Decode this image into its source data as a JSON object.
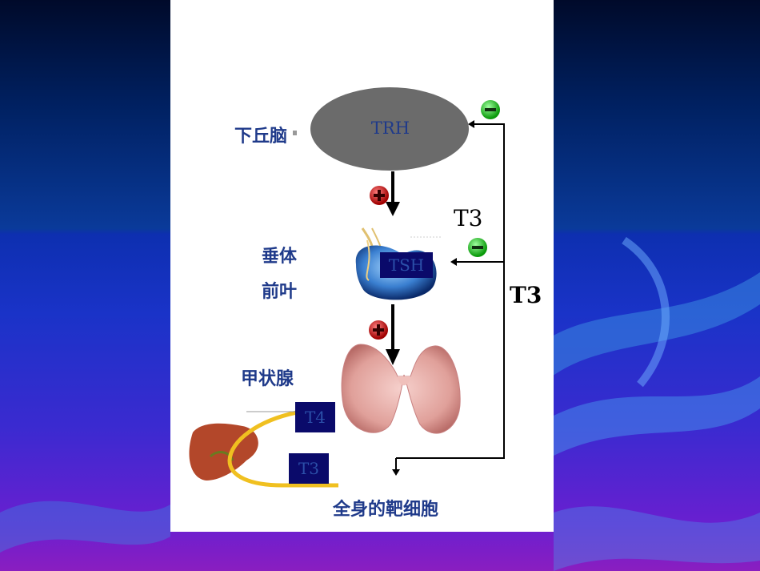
{
  "labels": {
    "hypothalamus": "下丘脑",
    "pituitary_line1": "垂体",
    "pituitary_line2": "前叶",
    "thyroid": "甲状腺",
    "target": "全身的靶细胞"
  },
  "hormones": {
    "trh": "TRH",
    "tsh": "TSH",
    "t4": "T4",
    "t3_box": "T3",
    "t3_upper": "T3",
    "t3_right": "T3"
  },
  "colors": {
    "stimulate": "#d01010",
    "inhibit": "#10c010",
    "hormone_box": "#0a0a6a",
    "label_text": "#1f3a8a"
  },
  "icons": {
    "stimulate_sign": "plus-icon",
    "inhibit_sign": "minus-icon"
  }
}
